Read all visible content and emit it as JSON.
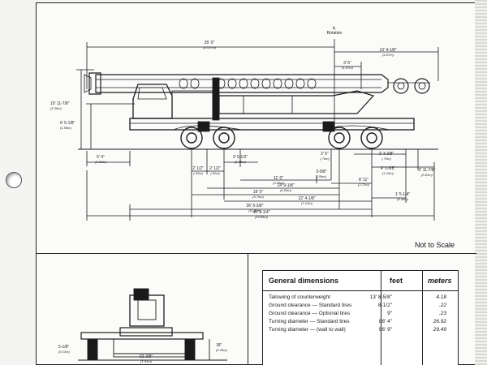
{
  "labels": {
    "rotation_symbol": "℄",
    "rotation_text": "Rotation",
    "not_to_scale": "Not to Scale"
  },
  "dimensions": {
    "top_overall": {
      "imperial": "35' 0\"",
      "metric": "(10.67m)"
    },
    "top_right": {
      "imperial": "13' 4-1/8\"",
      "metric": "(4.07m)"
    },
    "rotation_offset": {
      "imperial": "3' 6\"",
      "metric": "(1.07m)"
    },
    "height_overall": {
      "imperial": "10' 11-7/8\"",
      "metric": "(3.35m)"
    },
    "height_deck": {
      "imperial": "6' 5-1/8\"",
      "metric": "(1.96m)"
    },
    "front_overhang": {
      "imperial": "5' 4\"",
      "metric": "(1.63m)"
    },
    "axle_a": {
      "imperial": "3' 5-1/2\"",
      "metric": "(1.05m)"
    },
    "axle_b": {
      "imperial": "2' 1/2\"",
      "metric": "(.62m)"
    },
    "axle_c": {
      "imperial": "2' 1/2\"",
      "metric": "(.62m)"
    },
    "rear_a": {
      "imperial": "2' 6\"",
      "metric": "(.76m)"
    },
    "rear_b": {
      "imperial": "2' 3-3/8\"",
      "metric": "(.70m)"
    },
    "rear_c": {
      "imperial": "4' 1-3/8\"",
      "metric": "(1.25m)"
    },
    "rear_d": {
      "imperial": "2' 11-7/8\"",
      "metric": "(0.91m)"
    },
    "span_11": {
      "imperial": "11' 0\"",
      "metric": "(3.35m)"
    },
    "span_3_5": {
      "imperial": "3-5/8\"",
      "metric": "(.09m)"
    },
    "span_8_11": {
      "imperial": "8' 11\"",
      "metric": "(2.72m)"
    },
    "span_14": {
      "imperial": "14' 9-1/8\"",
      "metric": "(4.50m)"
    },
    "span_19": {
      "imperial": "19' 0\"",
      "metric": "(5.79m)"
    },
    "span_22": {
      "imperial": "22' 4-1/8\"",
      "metric": "(7.12m)"
    },
    "span_36": {
      "imperial": "36' 5-3/8\"",
      "metric": "(11.11m)"
    },
    "span_45": {
      "imperial": "45' 5-1/4\"",
      "metric": "(13.85m)"
    },
    "rear_low": {
      "imperial": "1' 5-1/4\"",
      "metric": "(0.44m)"
    },
    "lower_left": {
      "imperial": "5-1/8\"",
      "metric": "(0.13m)"
    },
    "lower_center": {
      "imperial": "63-3/8\"",
      "metric": "(1.61m)"
    },
    "lower_right": {
      "imperial": "18\"",
      "metric": "(0.46m)"
    }
  },
  "table": {
    "title": "General dimensions",
    "col_feet": "feet",
    "col_meters": "meters",
    "rows": [
      {
        "label": "Tailswing of counterweight",
        "feet": "13' 8-5/8\"",
        "meters": "4.18"
      },
      {
        "label": "Ground clearance — Standard tires",
        "feet": "8-1/2\"",
        "meters": ".22"
      },
      {
        "label": "Ground clearance — Optional tires",
        "feet": "9\"",
        "meters": ".23"
      },
      {
        "label": "Turning diameter — Standard tires",
        "feet": "88' 4\"",
        "meters": "26.92"
      },
      {
        "label": "Turning diameter — (wall to wall)",
        "feet": "96' 9\"",
        "meters": "29.49"
      }
    ]
  }
}
